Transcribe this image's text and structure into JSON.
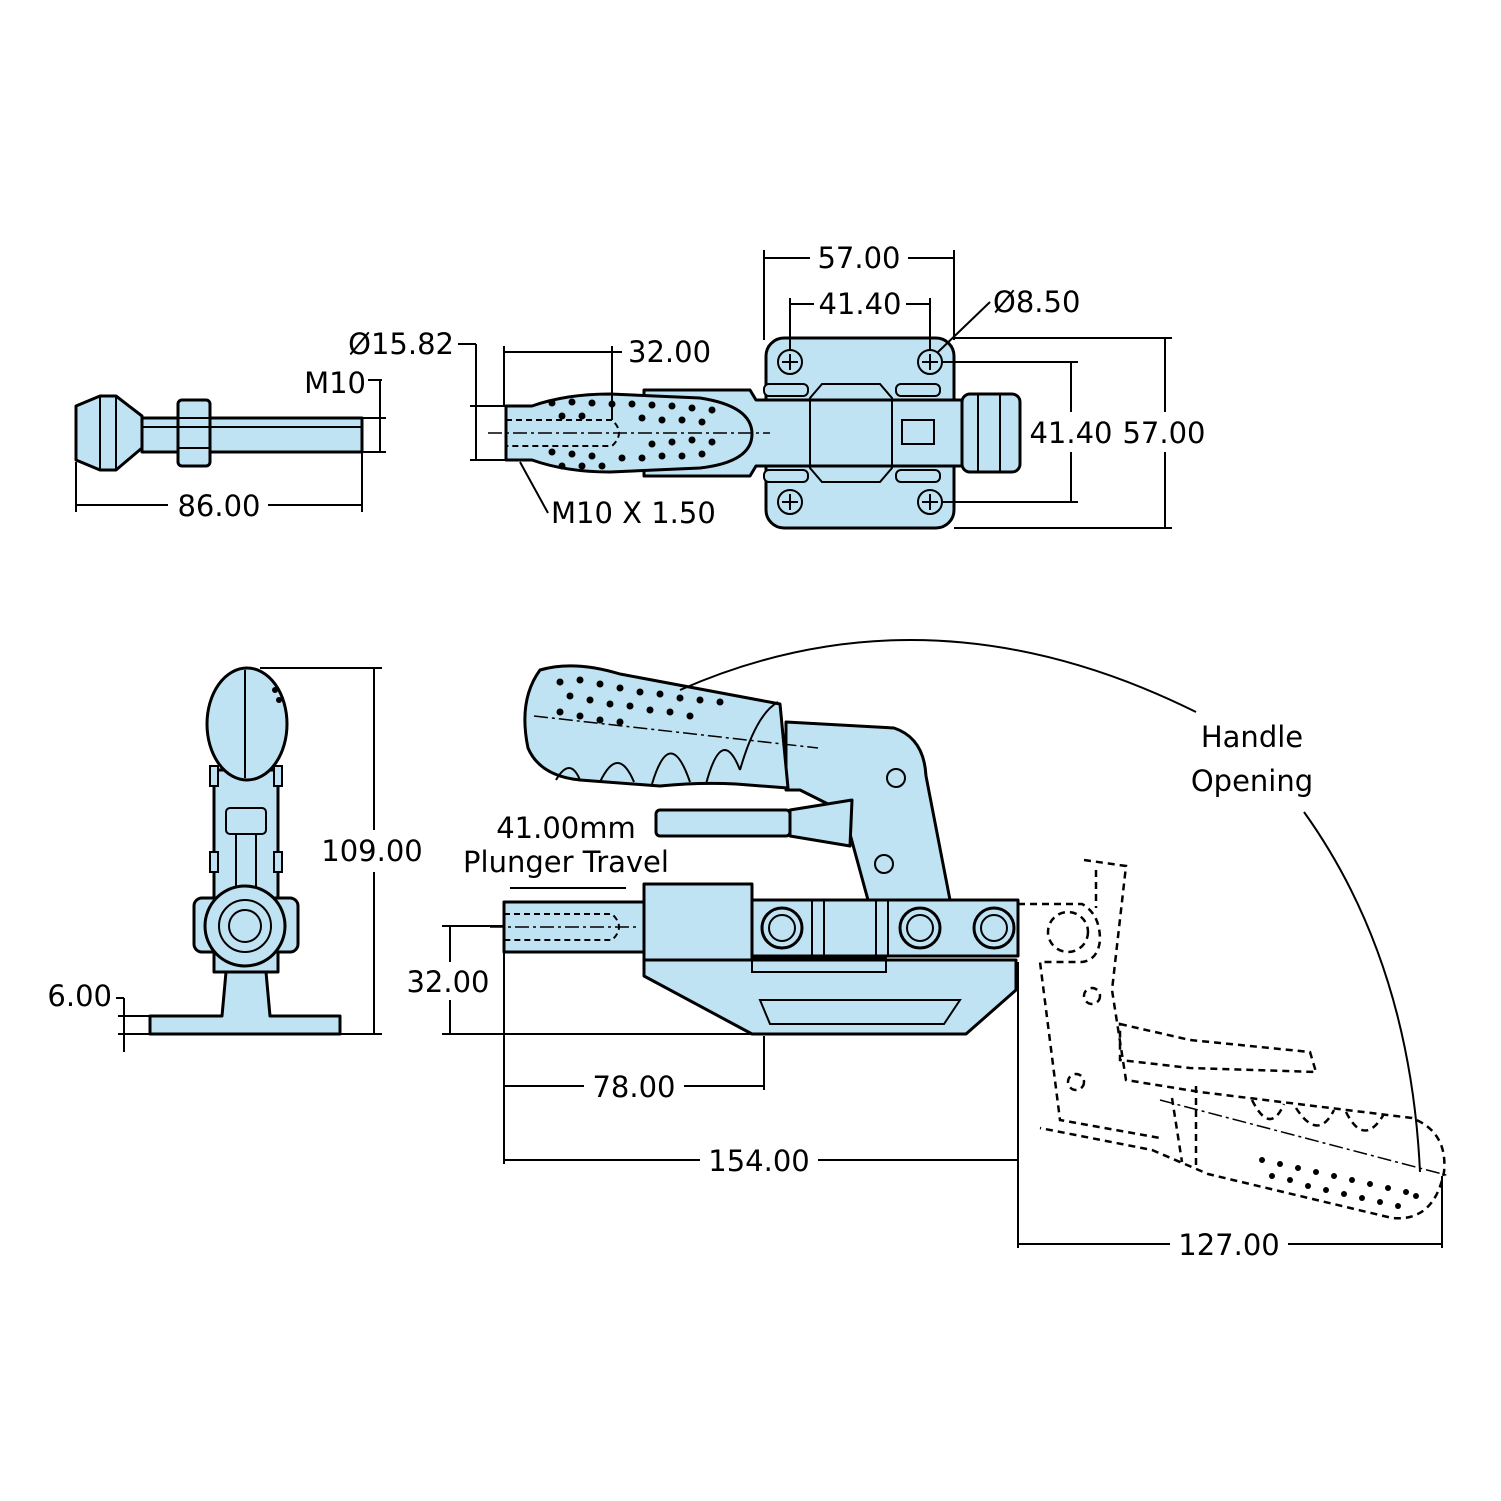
{
  "colors": {
    "part_fill": "#bfe3f2",
    "line": "#000000",
    "background": "#ffffff"
  },
  "dimensions": {
    "spindle_length": "86.00",
    "spindle_thread": "M10",
    "plunger_diameter": "Ø15.82",
    "plunger_thread_depth": "32.00",
    "plunger_thread": "M10 X 1.50",
    "base_width": "57.00",
    "hole_spacing_x": "41.40",
    "hole_diameter": "Ø8.50",
    "hole_spacing_y": "41.40",
    "base_depth": "57.00",
    "overall_height": "109.00",
    "base_thickness": "6.00",
    "plunger_height": "32.00",
    "plunger_to_base": "78.00",
    "overall_length": "154.00",
    "handle_opening_length": "127.00"
  },
  "annotations": {
    "plunger_travel_value": "41.00mm",
    "plunger_travel_label": "Plunger Travel",
    "handle_opening_line1": "Handle",
    "handle_opening_line2": "Opening"
  }
}
